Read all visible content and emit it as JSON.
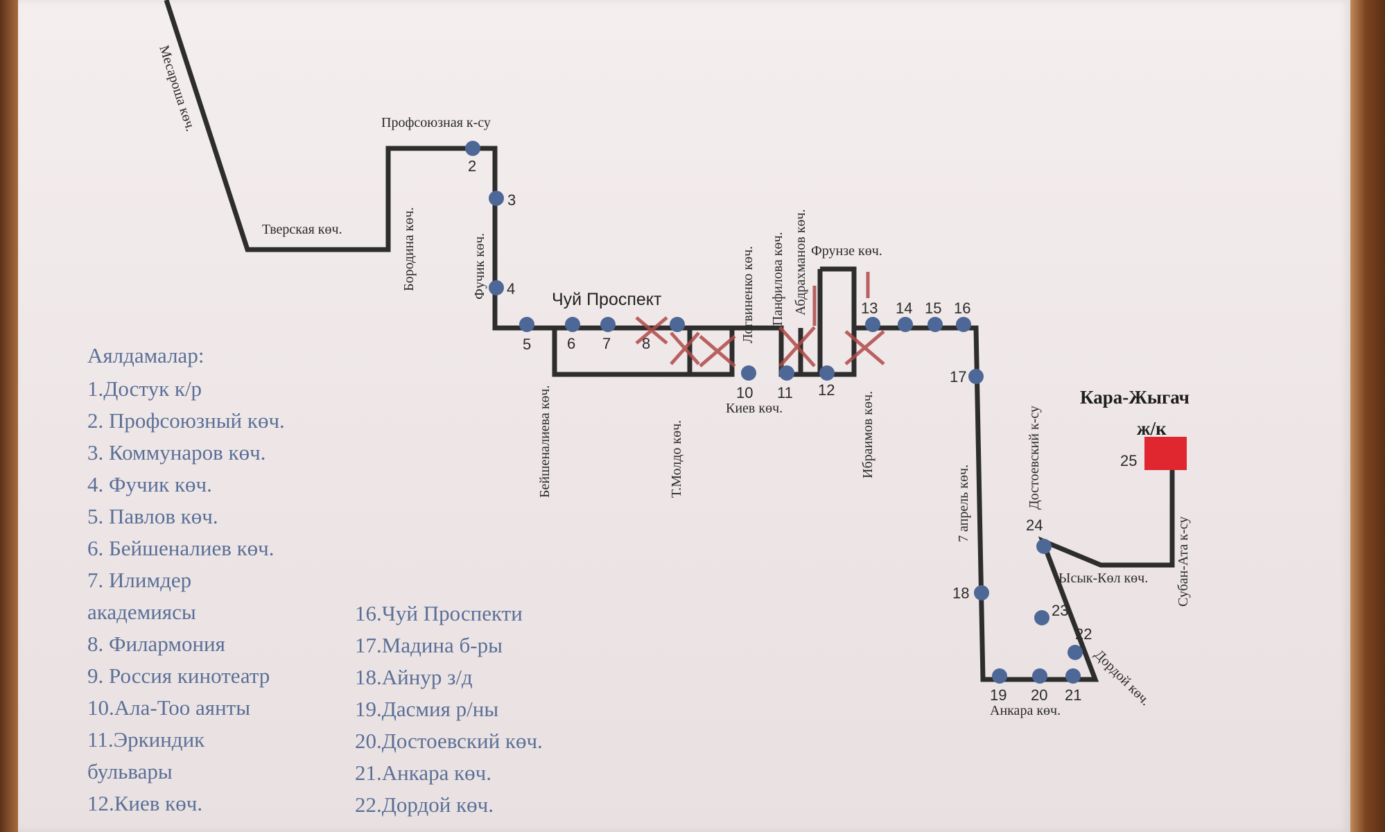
{
  "destination": {
    "line1": "Кара-Жыгач",
    "line2": "ж/к"
  },
  "avenue_label": "Чуй Проспект",
  "streets": {
    "mesaroshi": "Месароша көч.",
    "tverskaya": "Тверская көч.",
    "profsoyuz": "Профсоюзная к-су",
    "borodina": "Бородина көч.",
    "fuchik": "Фучик көч.",
    "beishenaliev": "Бейшеналиева көч.",
    "t_moldo": "Т.Молдо көч.",
    "logvinenko": "Логвиненко көч.",
    "panfilov": "Панфилова көч.",
    "abdrakhmanov": "Абдрахманов көч.",
    "frunze": "Фрунзе көч.",
    "ibraimov": "Ибраимов көч.",
    "kiev": "Киев көч.",
    "april7": "7 апрель көч.",
    "dostoevsky": "Достоевский к-су",
    "issyk_kol": "Ысык-Көл көч.",
    "suban_ata": "Субан-Ата к-су",
    "dordoi": "Дордой көч.",
    "ankara": "Анкара көч."
  },
  "legend": {
    "title": "Аялдамалар:",
    "col1": [
      "1.Достук к/р",
      "2. Профсоюзный көч.",
      "3. Коммунаров көч.",
      "4. Фучик көч.",
      "5. Павлов көч.",
      "6. Бейшеналиев көч.",
      "7. Илимдер",
      "академиясы",
      "8. Филармония",
      "9. Россия кинотеатр",
      "10.Ала-Тоо аянты",
      "11.Эркиндик",
      "бульвары",
      "12.Киев көч."
    ],
    "col2": [
      "16.Чуй Проспекти",
      "17.Мадина б-ры",
      "18.Айнур з/д",
      "19.Дасмия р/ны",
      "20.Достоевский көч.",
      "21.Анкара көч.",
      "22.Дордой көч."
    ]
  },
  "stops": [
    {
      "label": "2"
    },
    {
      "label": "3"
    },
    {
      "label": "4"
    },
    {
      "label": "5"
    },
    {
      "label": "6"
    },
    {
      "label": "7"
    },
    {
      "label": "8"
    },
    {
      "label": "10"
    },
    {
      "label": "11"
    },
    {
      "label": "12"
    },
    {
      "label": "13"
    },
    {
      "label": "14"
    },
    {
      "label": "15"
    },
    {
      "label": "16"
    },
    {
      "label": "17"
    },
    {
      "label": "18"
    },
    {
      "label": "19"
    },
    {
      "label": "20"
    },
    {
      "label": "21"
    },
    {
      "label": "22"
    },
    {
      "label": "23"
    },
    {
      "label": "24"
    },
    {
      "label": "25"
    }
  ],
  "colors": {
    "route": "#2d2d2d",
    "stop": "#4d6796",
    "closed_mark": "#b04a4a",
    "destination": "#e0262f",
    "legend_text": "#5a6f97"
  }
}
